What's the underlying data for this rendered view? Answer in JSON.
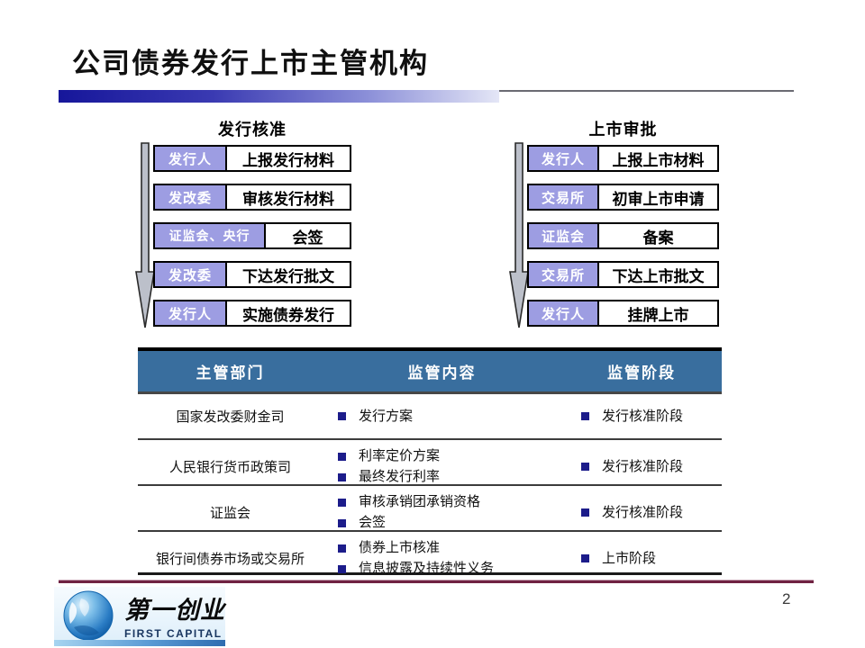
{
  "slide": {
    "title": "公司债券发行上市主管机构",
    "page_number": "2"
  },
  "flows": [
    {
      "title": "发行核准",
      "steps": [
        {
          "actor": "发行人",
          "action": "上报发行材料"
        },
        {
          "actor": "发改委",
          "action": "审核发行材料"
        },
        {
          "actor": "证监会、央行",
          "action": "会签"
        },
        {
          "actor": "发改委",
          "action": "下达发行批文"
        },
        {
          "actor": "发行人",
          "action": "实施债券发行"
        }
      ]
    },
    {
      "title": "上市审批",
      "steps": [
        {
          "actor": "发行人",
          "action": "上报上市材料"
        },
        {
          "actor": "交易所",
          "action": "初审上市申请"
        },
        {
          "actor": "证监会",
          "action": "备案"
        },
        {
          "actor": "交易所",
          "action": "下达上市批文"
        },
        {
          "actor": "发行人",
          "action": "挂牌上市"
        }
      ]
    }
  ],
  "table": {
    "headers": [
      "主管部门",
      "监管内容",
      "监管阶段"
    ],
    "rows": [
      {
        "department": "国家发改委财金司",
        "contents": [
          "发行方案"
        ],
        "stage": "发行核准阶段"
      },
      {
        "department": "人民银行货币政策司",
        "contents": [
          "利率定价方案",
          "最终发行利率"
        ],
        "stage": "发行核准阶段"
      },
      {
        "department": "证监会",
        "contents": [
          "审核承销团承销资格",
          "会签"
        ],
        "stage": "发行核准阶段"
      },
      {
        "department": "银行间债券市场或交易所",
        "contents": [
          "债券上市核准",
          "信息披露及持续性义务"
        ],
        "stage": "上市阶段"
      }
    ]
  },
  "footer": {
    "logo_cn": "第一创业",
    "logo_en": "FIRST CAPITAL"
  },
  "colors": {
    "table_header_blue": "#396e9e",
    "label_purple": "#9d9de2",
    "bullet_navy": "#1c1c8a",
    "maroon_line": "#702342",
    "title_bar_navy": "#16169a"
  }
}
